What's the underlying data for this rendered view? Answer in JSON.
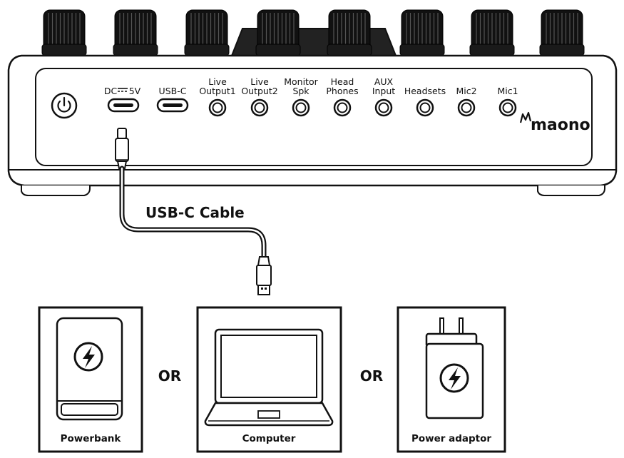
{
  "device": {
    "brand": "maono",
    "ports": [
      {
        "line1": "DC",
        "line2": "",
        "symbol": "5V",
        "kind": "usbc"
      },
      {
        "line1": "USB-C",
        "line2": "",
        "kind": "usbc"
      },
      {
        "line1": "Live",
        "line2": "Output1",
        "kind": "jack"
      },
      {
        "line1": "Live",
        "line2": "Output2",
        "kind": "jack"
      },
      {
        "line1": "Monitor",
        "line2": "Spk",
        "kind": "jack"
      },
      {
        "line1": "Head",
        "line2": "Phones",
        "kind": "jack"
      },
      {
        "line1": "AUX",
        "line2": "Input",
        "kind": "jack"
      },
      {
        "line1": "Headsets",
        "line2": "",
        "kind": "jack"
      },
      {
        "line1": "Mic2",
        "line2": "",
        "kind": "jack"
      },
      {
        "line1": "Mic1",
        "line2": "",
        "kind": "jack"
      }
    ]
  },
  "cable": {
    "label": "USB-C Cable"
  },
  "sources": [
    {
      "label": "Powerbank",
      "icon": "powerbank-icon"
    },
    {
      "label": "Computer",
      "icon": "laptop-icon"
    },
    {
      "label": "Power adaptor",
      "icon": "power-adapter-icon"
    }
  ],
  "separators": [
    "OR",
    "OR"
  ]
}
